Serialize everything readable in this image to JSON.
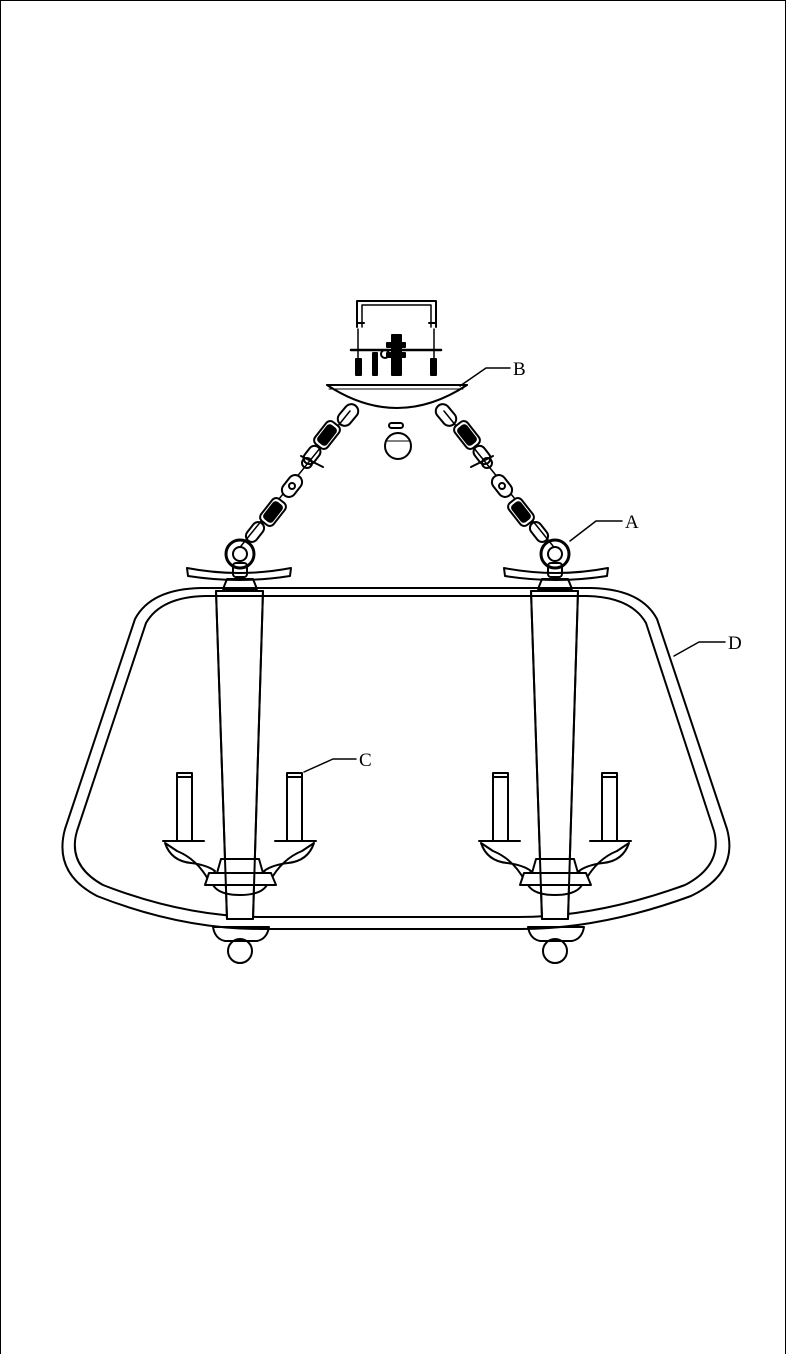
{
  "figure": {
    "callouts": {
      "A": "A",
      "B": "B",
      "C": "C",
      "D": "D"
    }
  },
  "colors": {
    "line": "#000000",
    "background": "#ffffff"
  }
}
